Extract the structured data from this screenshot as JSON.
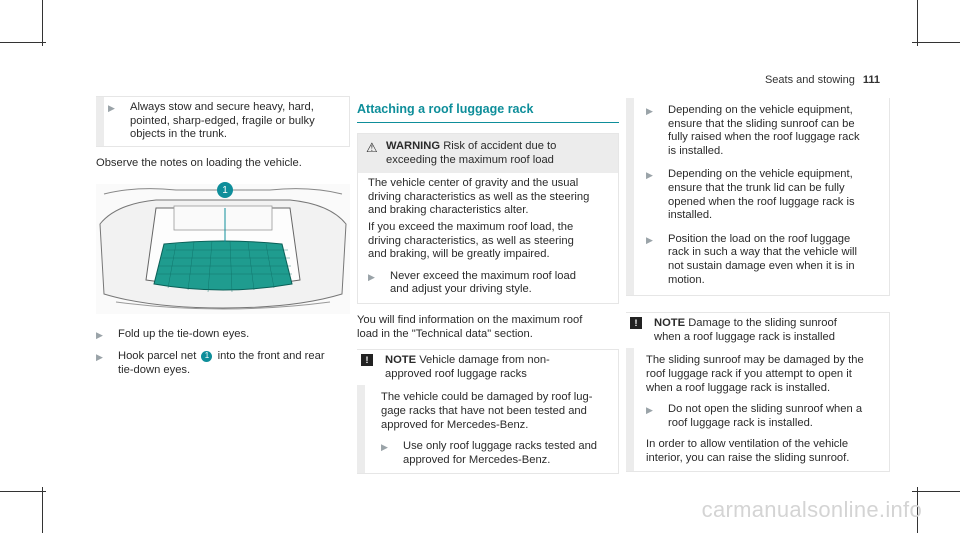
{
  "header": {
    "section": "Seats and stowing",
    "page": "111"
  },
  "left": {
    "bullet_intro": [
      "Always stow and secure heavy, hard,",
      "pointed, sharp-edged, fragile or bulky",
      "objects in the trunk."
    ],
    "observe": "Observe the notes on loading the vehicle.",
    "callout": "1",
    "steps": [
      {
        "lines": [
          "Fold up the tie-down eyes."
        ]
      },
      {
        "before": "Hook parcel net",
        "num": "1",
        "after": "into the front and rear",
        "line2": "tie-down eyes."
      }
    ]
  },
  "middle": {
    "heading": "Attaching a roof luggage rack",
    "warning": {
      "label": "WARNING",
      "title_lines": [
        "Risk of accident due to",
        "exceeding the maximum roof load"
      ],
      "body1": [
        "The vehicle center of gravity and the usual",
        "driving characteristics as well as the steering",
        "and braking characteristics alter."
      ],
      "body2": [
        "If you exceed the maximum roof load, the",
        "driving characteristics, as well as steering",
        "and braking, will be greatly impaired."
      ],
      "step": [
        "Never exceed the maximum roof load",
        "and adjust your driving style."
      ]
    },
    "info": [
      "You will find information on the maximum roof",
      "load in the \"Technical data\" section."
    ],
    "note": {
      "label": "NOTE",
      "title_lines": [
        "Vehicle damage from non-",
        "approved roof luggage racks"
      ],
      "body": [
        "The vehicle could be damaged by roof lug-",
        "gage racks that have not been tested and",
        "approved for Mercedes-Benz."
      ],
      "step": [
        "Use only roof luggage racks tested and",
        "approved for Mercedes-Benz."
      ]
    }
  },
  "right": {
    "steps": [
      [
        "Depending on the vehicle equipment,",
        "ensure that the sliding sunroof can be",
        "fully raised when the roof luggage rack",
        "is installed."
      ],
      [
        "Depending on the vehicle equipment,",
        "ensure that the trunk lid can be fully",
        "opened when the roof luggage rack is",
        "installed."
      ],
      [
        "Position the load on the roof luggage",
        "rack in such a way that the vehicle will",
        "not sustain damage even when it is in",
        "motion."
      ]
    ],
    "note": {
      "label": "NOTE",
      "title_lines": [
        "Damage to the sliding sunroof",
        "when a roof luggage rack is installed"
      ],
      "body": [
        "The sliding sunroof may be damaged by the",
        "roof luggage rack if you attempt to open it",
        "when a roof luggage rack is installed."
      ],
      "step": [
        "Do not open the sliding sunroof when a",
        "roof luggage rack is installed."
      ],
      "footer": [
        "In order to allow ventilation of the vehicle",
        "interior, you can raise the sliding sunroof."
      ]
    }
  },
  "watermark": "carmanualsonline.info",
  "icons": {
    "step": "triangle-right-icon",
    "warning": "warning-triangle-icon",
    "note": "exclamation-box-icon"
  },
  "colors": {
    "accent": "#0e8e9a",
    "box_gray": "#ececec"
  }
}
